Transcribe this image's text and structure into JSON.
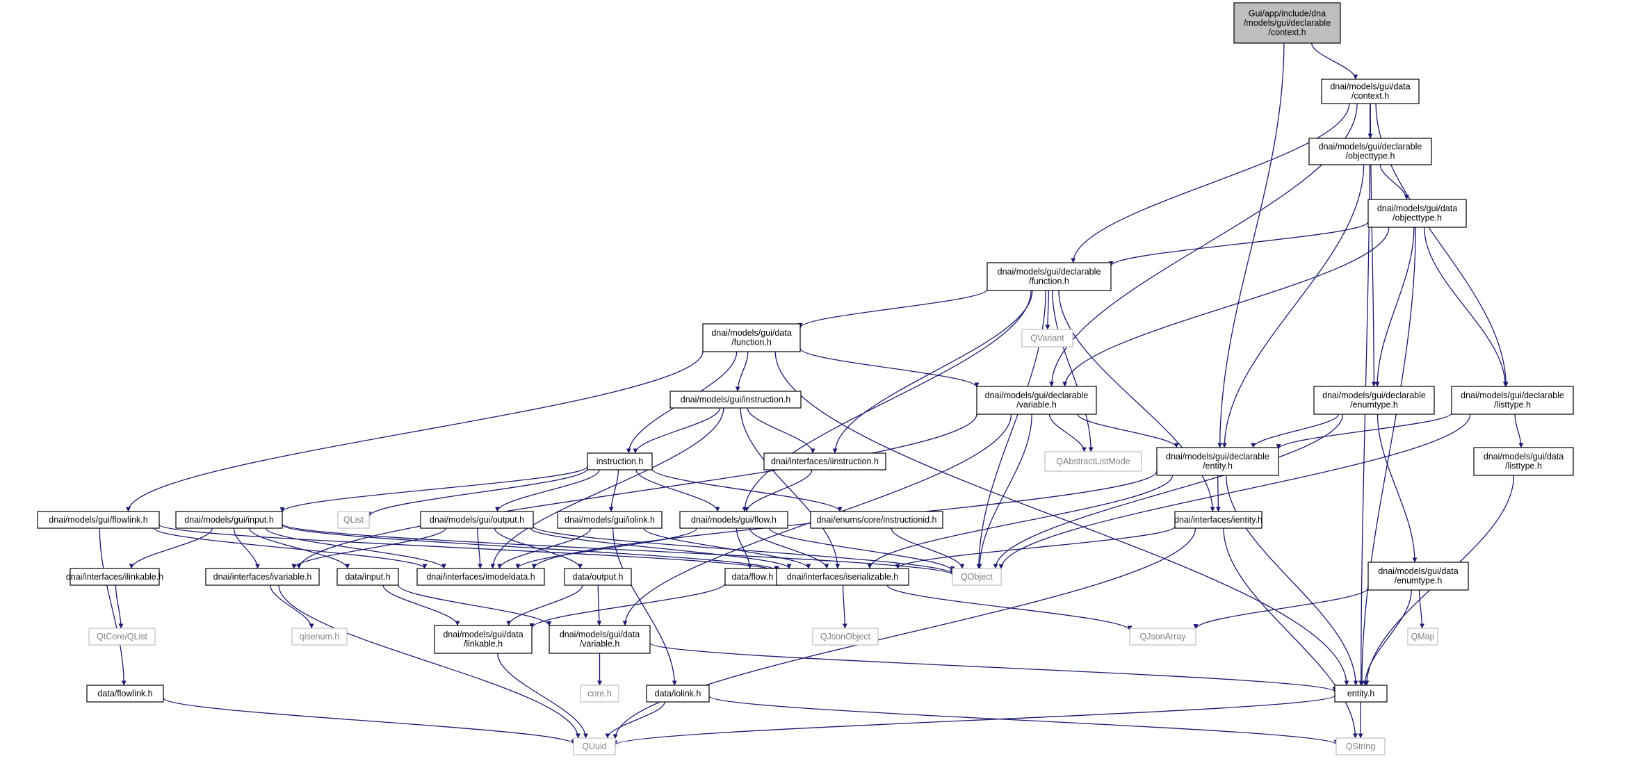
{
  "colors": {
    "edge": "#191970",
    "node_border": "#000000",
    "node_fill": "#ffffff",
    "root_fill": "#bfbfbf",
    "external_border": "#bfbfbf",
    "external_text": "#7f7f7f"
  },
  "nodes": [
    {
      "id": "root",
      "lines": [
        "Gui/app/include/dna",
        "/models/gui/declarable",
        "/context.h"
      ],
      "kind": "root"
    },
    {
      "id": "data_context",
      "lines": [
        "dnai/models/gui/data",
        "/context.h"
      ],
      "kind": "file"
    },
    {
      "id": "decl_objecttype",
      "lines": [
        "dnai/models/gui/declarable",
        "/objecttype.h"
      ],
      "kind": "file"
    },
    {
      "id": "data_objecttype",
      "lines": [
        "dnai/models/gui/data",
        "/objecttype.h"
      ],
      "kind": "file"
    },
    {
      "id": "decl_function",
      "lines": [
        "dnai/models/gui/declarable",
        "/function.h"
      ],
      "kind": "file"
    },
    {
      "id": "qvariant",
      "lines": [
        "QVariant"
      ],
      "kind": "external"
    },
    {
      "id": "data_function",
      "lines": [
        "dnai/models/gui/data",
        "/function.h"
      ],
      "kind": "file"
    },
    {
      "id": "gui_instruction",
      "lines": [
        "dnai/models/gui/instruction.h"
      ],
      "kind": "file"
    },
    {
      "id": "decl_variable",
      "lines": [
        "dnai/models/gui/declarable",
        "/variable.h"
      ],
      "kind": "file"
    },
    {
      "id": "decl_enumtype",
      "lines": [
        "dnai/models/gui/declarable",
        "/enumtype.h"
      ],
      "kind": "file"
    },
    {
      "id": "decl_listtype",
      "lines": [
        "dnai/models/gui/declarable",
        "/listtype.h"
      ],
      "kind": "file"
    },
    {
      "id": "instruction",
      "lines": [
        "instruction.h"
      ],
      "kind": "file"
    },
    {
      "id": "iinstruction",
      "lines": [
        "dnai/interfaces/iinstruction.h"
      ],
      "kind": "file"
    },
    {
      "id": "qabstractlistmode",
      "lines": [
        "QAbstractListMode"
      ],
      "kind": "external"
    },
    {
      "id": "decl_entity",
      "lines": [
        "dnai/models/gui/declarable",
        "/entity.h"
      ],
      "kind": "file"
    },
    {
      "id": "data_listtype",
      "lines": [
        "dnai/models/gui/data",
        "/listtype.h"
      ],
      "kind": "file"
    },
    {
      "id": "flowlink",
      "lines": [
        "dnai/models/gui/flowlink.h"
      ],
      "kind": "file"
    },
    {
      "id": "qlist",
      "lines": [
        "QList"
      ],
      "kind": "external"
    },
    {
      "id": "gui_input",
      "lines": [
        "dnai/models/gui/input.h"
      ],
      "kind": "file"
    },
    {
      "id": "gui_output",
      "lines": [
        "dnai/models/gui/output.h"
      ],
      "kind": "file"
    },
    {
      "id": "gui_iolink",
      "lines": [
        "dnai/models/gui/iolink.h"
      ],
      "kind": "file"
    },
    {
      "id": "gui_flow",
      "lines": [
        "dnai/models/gui/flow.h"
      ],
      "kind": "file"
    },
    {
      "id": "instructionid",
      "lines": [
        "dnai/enums/core/instructionid.h"
      ],
      "kind": "file"
    },
    {
      "id": "ientity",
      "lines": [
        "dnai/interfaces/ientity.h"
      ],
      "kind": "file"
    },
    {
      "id": "ilinkable",
      "lines": [
        "dnai/interfaces/ilinkable.h"
      ],
      "kind": "file"
    },
    {
      "id": "ivariable",
      "lines": [
        "dnai/interfaces/ivariable.h"
      ],
      "kind": "file"
    },
    {
      "id": "data_input",
      "lines": [
        "data/input.h"
      ],
      "kind": "file"
    },
    {
      "id": "imodeldata",
      "lines": [
        "dnai/interfaces/imodeldata.h"
      ],
      "kind": "file"
    },
    {
      "id": "data_output",
      "lines": [
        "data/output.h"
      ],
      "kind": "file"
    },
    {
      "id": "data_flow",
      "lines": [
        "data/flow.h"
      ],
      "kind": "file"
    },
    {
      "id": "iserializable",
      "lines": [
        "dnai/interfaces/iserializable.h"
      ],
      "kind": "file"
    },
    {
      "id": "qobject",
      "lines": [
        "QObject"
      ],
      "kind": "external"
    },
    {
      "id": "data_enumtype",
      "lines": [
        "dnai/models/gui/data",
        "/enumtype.h"
      ],
      "kind": "file"
    },
    {
      "id": "qtcore_qlist",
      "lines": [
        "QtCore/QList"
      ],
      "kind": "external"
    },
    {
      "id": "qisenum",
      "lines": [
        "qisenum.h"
      ],
      "kind": "external"
    },
    {
      "id": "data_linkable",
      "lines": [
        "dnai/models/gui/data",
        "/linkable.h"
      ],
      "kind": "file"
    },
    {
      "id": "data_variable",
      "lines": [
        "dnai/models/gui/data",
        "/variable.h"
      ],
      "kind": "file"
    },
    {
      "id": "qjsonobject",
      "lines": [
        "QJsonObject"
      ],
      "kind": "external"
    },
    {
      "id": "qjsonarray",
      "lines": [
        "QJsonArray"
      ],
      "kind": "external"
    },
    {
      "id": "qmap",
      "lines": [
        "QMap"
      ],
      "kind": "external"
    },
    {
      "id": "core",
      "lines": [
        "core.h"
      ],
      "kind": "external"
    },
    {
      "id": "data_flowlink",
      "lines": [
        "data/flowlink.h"
      ],
      "kind": "file"
    },
    {
      "id": "data_iolink",
      "lines": [
        "data/iolink.h"
      ],
      "kind": "file"
    },
    {
      "id": "entity",
      "lines": [
        "entity.h"
      ],
      "kind": "file"
    },
    {
      "id": "quuid",
      "lines": [
        "QUuid"
      ],
      "kind": "external"
    },
    {
      "id": "qstring",
      "lines": [
        "QString"
      ],
      "kind": "external"
    }
  ],
  "edges": [
    [
      "root",
      "data_context"
    ],
    [
      "root",
      "decl_entity"
    ],
    [
      "data_context",
      "decl_objecttype"
    ],
    [
      "data_context",
      "decl_function"
    ],
    [
      "data_context",
      "decl_variable"
    ],
    [
      "data_context",
      "decl_enumtype"
    ],
    [
      "data_context",
      "decl_listtype"
    ],
    [
      "data_context",
      "entity"
    ],
    [
      "decl_objecttype",
      "data_objecttype"
    ],
    [
      "decl_objecttype",
      "decl_entity"
    ],
    [
      "data_objecttype",
      "decl_function"
    ],
    [
      "data_objecttype",
      "decl_variable"
    ],
    [
      "data_objecttype",
      "decl_enumtype"
    ],
    [
      "data_objecttype",
      "decl_listtype"
    ],
    [
      "data_objecttype",
      "entity"
    ],
    [
      "decl_function",
      "data_function"
    ],
    [
      "decl_function",
      "qvariant"
    ],
    [
      "decl_function",
      "qabstractlistmode"
    ],
    [
      "decl_function",
      "iinstruction"
    ],
    [
      "decl_function",
      "ientity"
    ],
    [
      "decl_function",
      "gui_flow"
    ],
    [
      "decl_function",
      "qobject"
    ],
    [
      "data_function",
      "gui_instruction"
    ],
    [
      "data_function",
      "instruction"
    ],
    [
      "data_function",
      "decl_variable"
    ],
    [
      "data_function",
      "flowlink"
    ],
    [
      "data_function",
      "entity"
    ],
    [
      "gui_instruction",
      "instruction"
    ],
    [
      "gui_instruction",
      "iinstruction"
    ],
    [
      "gui_instruction",
      "imodeldata"
    ],
    [
      "gui_instruction",
      "iserializable"
    ],
    [
      "decl_variable",
      "qabstractlistmode"
    ],
    [
      "decl_variable",
      "decl_entity"
    ],
    [
      "decl_variable",
      "ivariable"
    ],
    [
      "decl_variable",
      "data_variable"
    ],
    [
      "decl_variable",
      "qobject"
    ],
    [
      "decl_enumtype",
      "decl_entity"
    ],
    [
      "decl_enumtype",
      "data_enumtype"
    ],
    [
      "decl_enumtype",
      "qobject"
    ],
    [
      "decl_listtype",
      "decl_entity"
    ],
    [
      "decl_listtype",
      "data_listtype"
    ],
    [
      "decl_listtype",
      "qobject"
    ],
    [
      "data_listtype",
      "entity"
    ],
    [
      "decl_entity",
      "ientity"
    ],
    [
      "decl_entity",
      "entity"
    ],
    [
      "decl_entity",
      "imodeldata"
    ],
    [
      "decl_entity",
      "iserializable"
    ],
    [
      "instruction",
      "qlist"
    ],
    [
      "instruction",
      "gui_input"
    ],
    [
      "instruction",
      "gui_output"
    ],
    [
      "instruction",
      "gui_iolink"
    ],
    [
      "instruction",
      "gui_flow"
    ],
    [
      "instruction",
      "instructionid"
    ],
    [
      "iinstruction",
      "gui_flow"
    ],
    [
      "flowlink",
      "data_flowlink"
    ],
    [
      "flowlink",
      "imodeldata"
    ],
    [
      "flowlink",
      "iserializable"
    ],
    [
      "gui_input",
      "ilinkable"
    ],
    [
      "gui_input",
      "ivariable"
    ],
    [
      "gui_input",
      "data_input"
    ],
    [
      "gui_input",
      "imodeldata"
    ],
    [
      "gui_input",
      "iserializable"
    ],
    [
      "gui_input",
      "qobject"
    ],
    [
      "gui_output",
      "ivariable"
    ],
    [
      "gui_output",
      "data_output"
    ],
    [
      "gui_output",
      "imodeldata"
    ],
    [
      "gui_output",
      "iserializable"
    ],
    [
      "gui_output",
      "qobject"
    ],
    [
      "gui_iolink",
      "data_iolink"
    ],
    [
      "gui_iolink",
      "imodeldata"
    ],
    [
      "gui_iolink",
      "iserializable"
    ],
    [
      "gui_flow",
      "data_flow"
    ],
    [
      "gui_flow",
      "imodeldata"
    ],
    [
      "gui_flow",
      "iserializable"
    ],
    [
      "gui_flow",
      "qobject"
    ],
    [
      "instructionid",
      "qobject"
    ],
    [
      "ientity",
      "iserializable"
    ],
    [
      "ientity",
      "quuid"
    ],
    [
      "ientity",
      "qstring"
    ],
    [
      "ilinkable",
      "qtcore_qlist"
    ],
    [
      "ivariable",
      "qisenum"
    ],
    [
      "ivariable",
      "quuid"
    ],
    [
      "data_input",
      "data_linkable"
    ],
    [
      "data_input",
      "data_variable"
    ],
    [
      "data_output",
      "data_linkable"
    ],
    [
      "data_output",
      "data_variable"
    ],
    [
      "data_flow",
      "data_linkable"
    ],
    [
      "iserializable",
      "qjsonobject"
    ],
    [
      "iserializable",
      "qjsonarray"
    ],
    [
      "data_enumtype",
      "qjsonarray"
    ],
    [
      "data_enumtype",
      "qmap"
    ],
    [
      "data_enumtype",
      "entity"
    ],
    [
      "data_linkable",
      "quuid"
    ],
    [
      "data_variable",
      "core"
    ],
    [
      "data_variable",
      "entity"
    ],
    [
      "data_flowlink",
      "quuid"
    ],
    [
      "data_iolink",
      "quuid"
    ],
    [
      "data_iolink",
      "qstring"
    ],
    [
      "entity",
      "quuid"
    ],
    [
      "entity",
      "qstring"
    ]
  ]
}
